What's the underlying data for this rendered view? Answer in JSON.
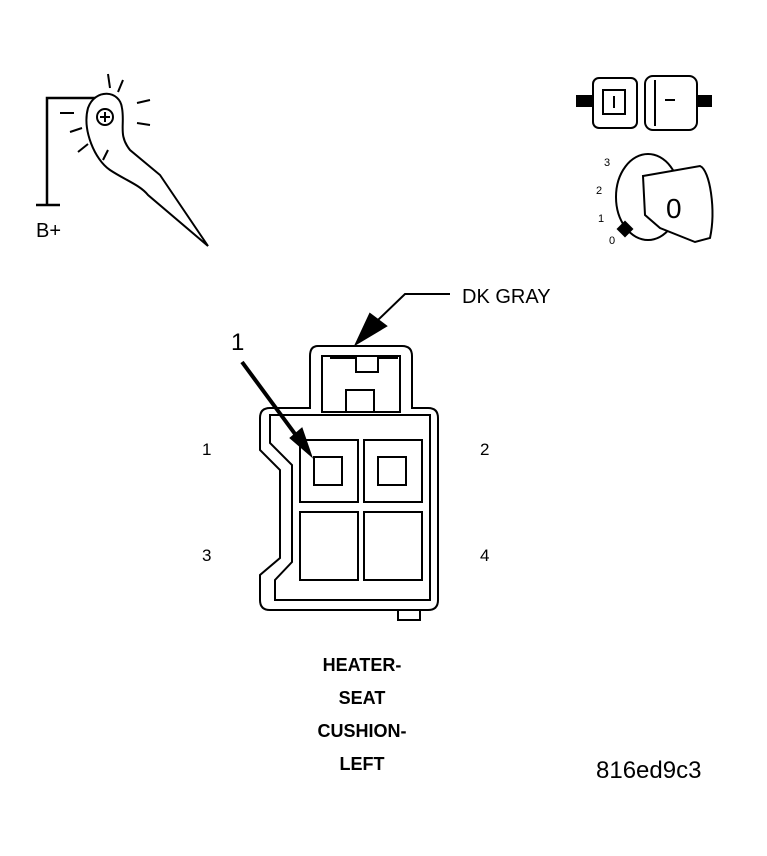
{
  "icons": {
    "test_light": "test-light-probe-icon",
    "connector_disconnect": "connector-disconnect-icon",
    "ignition": "ignition-key-icon"
  },
  "test_light_label": "B+",
  "ignition": {
    "positions": [
      "3",
      "2",
      "1",
      "0"
    ],
    "key_face": "0"
  },
  "connector": {
    "wire_color_callout": "DK GRAY",
    "callout_number": "1",
    "pins": [
      "1",
      "2",
      "3",
      "4"
    ],
    "title_lines": [
      "HEATER-",
      "SEAT",
      "CUSHION-",
      "LEFT"
    ]
  },
  "figure_id": "816ed9c3"
}
